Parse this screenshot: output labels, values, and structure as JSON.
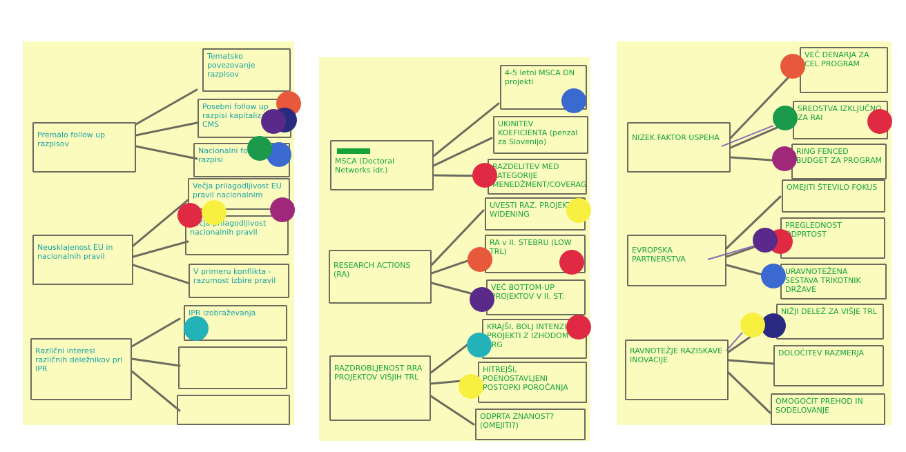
{
  "colors": {
    "paper": "#fbfbbe",
    "line": "#6b6b5e",
    "ink_left": "#1aa3a3",
    "ink_mid_right": "#15a33a",
    "dot_orange": "#e8583a",
    "dot_purple": "#5a2a8a",
    "dot_navy": "#2a2a80",
    "dot_green": "#1a9a4a",
    "dot_blue": "#3a6ad0",
    "dot_red": "#e02a44",
    "dot_yellow": "#f8f040",
    "dot_magenta": "#a0287a",
    "dot_teal": "#22b2b8"
  },
  "sheet1": {
    "roots": [
      "Premalo follow up razpisov",
      "Neusklajenost EU in nacionalnih pravil",
      "Različni interesi različnih deležnikov pri IPR"
    ],
    "leaves": [
      "Tematsko povezovanje razpisov",
      "Posebni follow up razpisi kapitalizacije CMS",
      "Nacionalni follow up razpisi",
      "Večja prilagodljivost EU pravil nacionalnim",
      "Večja prilagodljivost nacionalnih pravil",
      "V primeru konflikta - razumost izbire pravil",
      "IPR izobraževanja",
      "",
      ""
    ]
  },
  "sheet2": {
    "roots": [
      "MSCA (Doctoral Networks idr.)",
      "RESEARCH ACTIONS (RA)",
      "RAZDROBLJENOST RRA PROJEKTOV VIŠJIH TRL"
    ],
    "leaves": [
      "4-5 letni MSCA DN projekti",
      "UKINITEV KOEFICIENTA (penzal za Slovenijo)",
      "RAZDELITEV MED KATEGORIJE MENEDŽMENT/COVERAGE",
      "UVESTI RAZ. PROJEKTE WIDENING",
      "RA v II. STEBRU (LOW TRL)",
      "VEČ BOTTOM-UP PROJEKTOV V II. ST.",
      "KRAJŠI, BOLJ INTENZIVNI PROJEKTI Z IZHODOM NA TRG",
      "HITREJŠI, POENOSTAVLJENI POSTOPKI POROČANJA",
      "ODPRTA ZNANOST? (OMEJITI?)"
    ]
  },
  "sheet3": {
    "roots": [
      "NIZEK FAKTOR USPEHA",
      "EVROPSKA PARTNERSTVA",
      "RAVNOTEŽJE RAZISKAVE INOVACIJE"
    ],
    "leaves": [
      "VEČ DENARJA ZA CEL PROGRAM",
      "SREDSTVA IZKLJUČNO ZA RAI",
      "RING FENCED BUDGET ZA PROGRAM",
      "OMEJITI ŠTEVILO FOKUS",
      "PREGLEDNOST ODPRTOST",
      "URAVNOTEŽENA SESTAVA TRIKOTNIK DRŽAVE",
      "NIŽJI DELEŽ ZA VIŠJE TRL",
      "DOLOČITEV RAZMERJA",
      "OMOGOČIT PREHOD IN SODELOVANJE"
    ]
  }
}
